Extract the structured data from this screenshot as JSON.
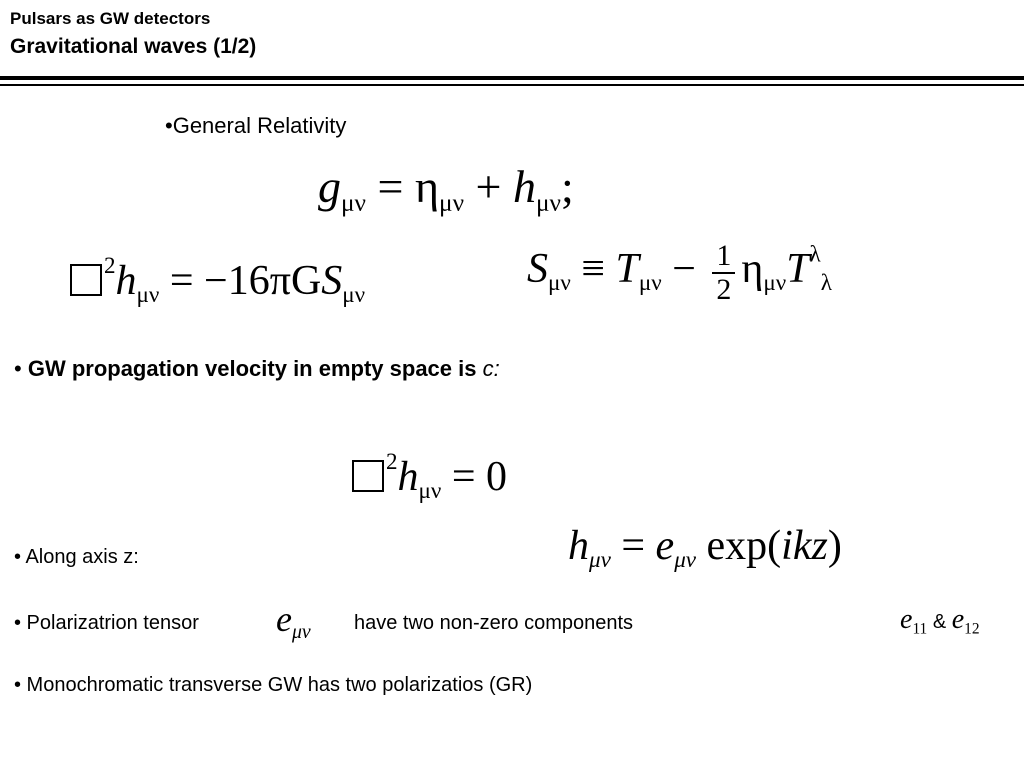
{
  "header": {
    "supertitle": "Pulsars as GW detectors",
    "title": "Gravitational waves (1/2)"
  },
  "slide": {
    "gr_label": "•General Relativity",
    "eq1": {
      "lhs": "g",
      "lhs_sub": "μν",
      "eq": " = ",
      "t1": "η",
      "t1_sub": "μν",
      "plus": " + ",
      "t2": "h",
      "t2_sub": "μν",
      "tail": ";"
    },
    "eq2": {
      "box_power": "2",
      "h": "h",
      "h_sub": "μν",
      "rhs": " = −16πG",
      "S": "S",
      "S_sub": "μν"
    },
    "eq3": {
      "S": "S",
      "S_sub": "μν",
      "def": " ≡ ",
      "T": "T",
      "T_sub": "μν",
      "minus": " − ",
      "num": "1",
      "den": "2",
      "eta": "η",
      "eta_sub": "μν",
      "T2": "T",
      "T2_sup": "λ",
      "T2_sub": "λ"
    },
    "propagation": {
      "bullet": "• ",
      "text": "GW propagation velocity in empty space is ",
      "c": "c:"
    },
    "eq4": {
      "box_power": "2",
      "h": "h",
      "h_sub": "μν",
      "rhs": " = 0"
    },
    "axis_label": "• Along axis z:",
    "eq5": {
      "h": "h",
      "h_sub": "μν",
      "eq": " = ",
      "e": "e",
      "e_sub": "μν",
      "exp": " exp(",
      "ikz": "ikz",
      "close": ")"
    },
    "polarization": {
      "pre": "• Polarizatrion tensor",
      "e": "e",
      "e_sub": "μν",
      "post": "have two non-zero components",
      "c1": "e",
      "c1_sub": "11",
      "amp": " & ",
      "c2": "e",
      "c2_sub": "12"
    },
    "mono": "• Monochromatic transverse GW has two polarizatios (GR)"
  }
}
